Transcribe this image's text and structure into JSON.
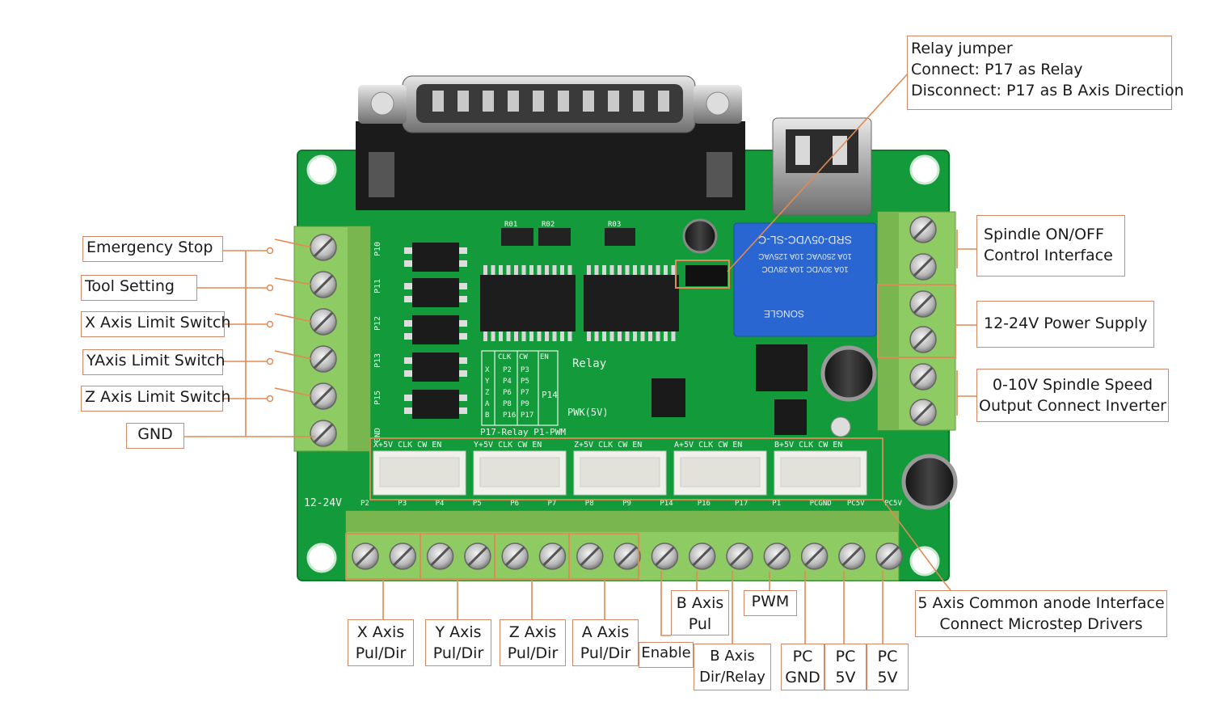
{
  "colors": {
    "pcb": "#139a3a",
    "pcb_dark": "#0b7a2a",
    "terminal": "#8fcb63",
    "connector_white": "#f1f1ec",
    "relay_blue": "#2a66d2",
    "leader": "#e08a55",
    "box_border": "#d4896a"
  },
  "labels": {
    "emergency_stop": "Emergency Stop",
    "tool_setting": "Tool Setting",
    "x_limit": "X Axis Limit Switch",
    "y_limit": "YAxis Limit Switch",
    "z_limit": "Z Axis Limit Switch",
    "gnd": "GND",
    "relay_jumper": [
      "Relay jumper",
      "Connect: P17 as Relay",
      "Disconnect: P17 as B Axis Direction"
    ],
    "spindle_onoff": [
      "Spindle ON/OFF",
      "Control Interface"
    ],
    "power_supply": "12-24V Power Supply",
    "spindle_speed": [
      "0-10V Spindle Speed",
      "Output Connect Inverter"
    ],
    "five_axis": [
      "5 Axis Common anode Interface",
      "Connect Microstep Drivers"
    ],
    "x_axis": [
      "X Axis",
      "Pul/Dir"
    ],
    "y_axis": [
      "Y Axis",
      "Pul/Dir"
    ],
    "z_axis": [
      "Z Axis",
      "Pul/Dir"
    ],
    "a_axis": [
      "A Axis",
      "Pul/Dir"
    ],
    "enable": "Enable",
    "b_axis_pul": [
      "B Axis",
      "Pul"
    ],
    "pwm": "PWM",
    "b_axis_dir": [
      "B Axis",
      "Dir/Relay"
    ],
    "pc_gnd": [
      "PC",
      "GND"
    ],
    "pc_5v_1": [
      "PC",
      "5V"
    ],
    "pc_5v_2": [
      "PC",
      "5V"
    ]
  },
  "board": {
    "relay_text_1": "SRD-05VDC-SL-C",
    "relay_text_2": "10A 250VAC  10A 125VAC",
    "relay_text_3": "10A 30VDC  10A 28VDC",
    "relay_brand": "SONGLE",
    "header_labels": [
      "X+5V CLK CW EN",
      "Y+5V CLK CW EN",
      "Z+5V CLK CW EN",
      "A+5V CLK CW EN",
      "B+5V CLK CW EN"
    ],
    "bottom_pins": [
      "P2",
      "P3",
      "P4",
      "P5",
      "P6",
      "P7",
      "P8",
      "P9",
      "P14",
      "P16",
      "P17",
      "P1",
      "PCGND",
      "PC5V",
      "PC5V"
    ],
    "left_pins": [
      "P10",
      "P11",
      "P12",
      "P13",
      "P15",
      "GND"
    ],
    "voltage_label": "12-24V",
    "pwm_label": "PWK(5V)",
    "relay_silk": "Relay",
    "resistors": [
      "R01",
      "R02",
      "R03"
    ],
    "table_header": [
      "CLK",
      "CW",
      "EN"
    ],
    "table_rows": [
      [
        "X",
        "P2",
        "P3"
      ],
      [
        "Y",
        "P4",
        "P5"
      ],
      [
        "Z",
        "P6",
        "P7"
      ],
      [
        "A",
        "P8",
        "P9"
      ],
      [
        "B",
        "P16",
        "P17"
      ]
    ],
    "table_footer": "P17-Relay P1-PWM",
    "p14_label": "P14"
  }
}
